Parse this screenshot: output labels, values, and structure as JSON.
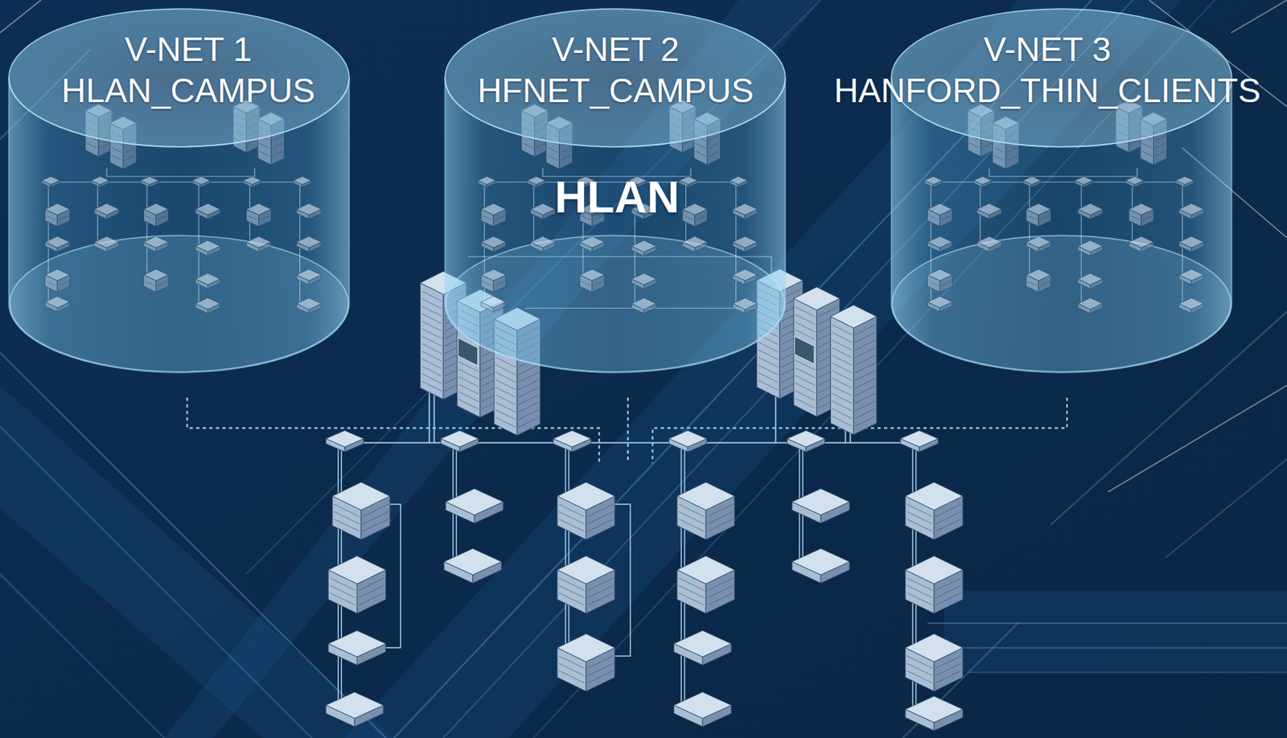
{
  "diagram": {
    "nodes": [
      {
        "text": [
          "V-NET 1 HLAN_CAMPUS"
        ]
      },
      {
        "text": [
          "V-NET 2 HFNET_CAMPUS"
        ]
      },
      {
        "text": [
          "V-NET 3 HANFORD_THIN_CLIENTS"
        ]
      }
    ],
    "labels": [
      "HLAN"
    ]
  }
}
